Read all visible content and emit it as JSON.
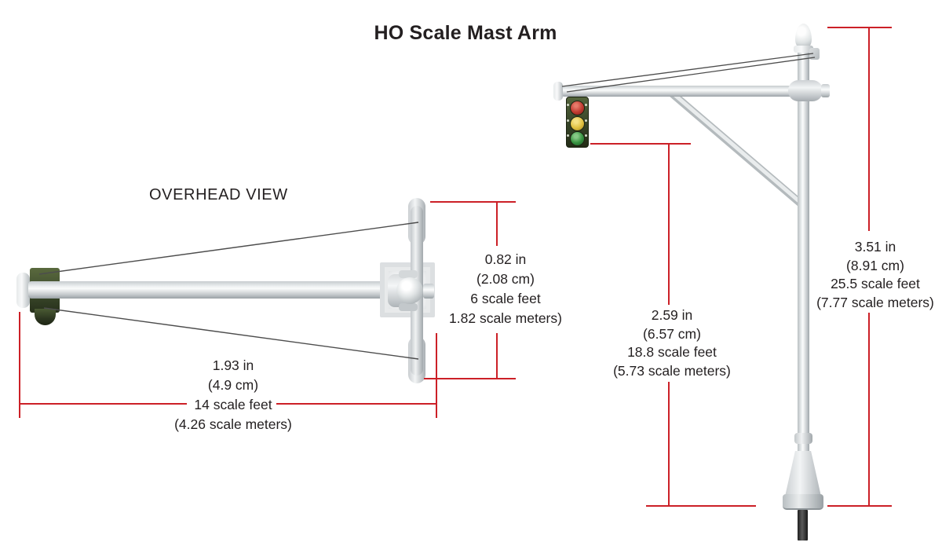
{
  "title": "HO Scale Mast Arm",
  "overhead_view": {
    "label": "OVERHEAD VIEW",
    "dim_arm_offset": {
      "lines": [
        "0.82 in",
        "(2.08 cm)",
        "6 scale feet",
        "1.82 scale meters)"
      ]
    },
    "dim_arm_length": {
      "lines": [
        "1.93 in",
        "(4.9 cm)",
        "14 scale feet",
        "(4.26 scale meters)"
      ]
    }
  },
  "side_view": {
    "dim_signal_height": {
      "lines": [
        "2.59 in",
        "(6.57 cm)",
        "18.8 scale feet",
        "(5.73 scale meters)"
      ]
    },
    "dim_total_height": {
      "lines": [
        "3.51 in",
        "(8.91 cm)",
        "25.5 scale feet",
        "(7.77 scale meters)"
      ]
    }
  },
  "colors": {
    "dimension_red": "#cc2027",
    "text_black": "#231f20",
    "metal_light": "#fafbfb",
    "metal_dark": "#9aa1a5",
    "signal_housing_olive": "#3c4a2c",
    "signal_red": "#b5332c",
    "signal_yellow": "#dfc040",
    "signal_green": "#35913f",
    "mounting_pin": "#333333"
  }
}
